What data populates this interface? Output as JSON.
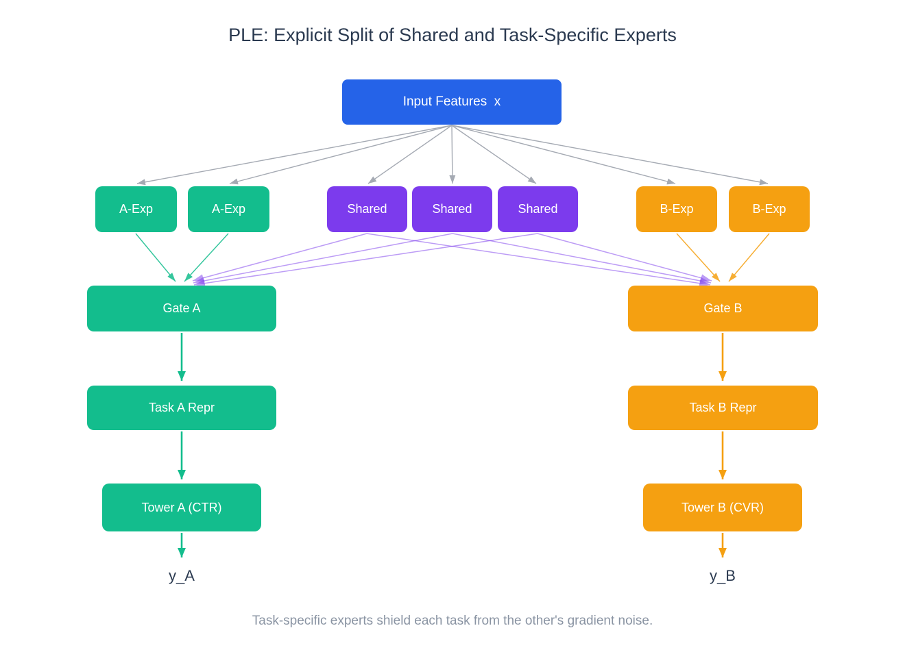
{
  "title": "PLE: Explicit Split of Shared and Task-Specific Experts",
  "caption": "Task-specific experts shield each task from the other's gradient noise.",
  "nodes": {
    "input": {
      "label": "Input Features  x"
    },
    "a_exp_1": {
      "label": "A-Exp"
    },
    "a_exp_2": {
      "label": "A-Exp"
    },
    "shared_1": {
      "label": "Shared"
    },
    "shared_2": {
      "label": "Shared"
    },
    "shared_3": {
      "label": "Shared"
    },
    "b_exp_1": {
      "label": "B-Exp"
    },
    "b_exp_2": {
      "label": "B-Exp"
    },
    "gate_a": {
      "label": "Gate A"
    },
    "gate_b": {
      "label": "Gate B"
    },
    "task_a_repr": {
      "label": "Task A Repr"
    },
    "task_b_repr": {
      "label": "Task B Repr"
    },
    "tower_a": {
      "label": "Tower A (CTR)"
    },
    "tower_b": {
      "label": "Tower B (CVR)"
    },
    "output_a": {
      "label": "y_A"
    },
    "output_b": {
      "label": "y_B"
    }
  },
  "edges": [
    {
      "from": "input",
      "to": "a_exp_1",
      "color": "gray"
    },
    {
      "from": "input",
      "to": "a_exp_2",
      "color": "gray"
    },
    {
      "from": "input",
      "to": "shared_1",
      "color": "gray"
    },
    {
      "from": "input",
      "to": "shared_2",
      "color": "gray"
    },
    {
      "from": "input",
      "to": "shared_3",
      "color": "gray"
    },
    {
      "from": "input",
      "to": "b_exp_1",
      "color": "gray"
    },
    {
      "from": "input",
      "to": "b_exp_2",
      "color": "gray"
    },
    {
      "from": "a_exp_1",
      "to": "gate_a",
      "color": "green"
    },
    {
      "from": "a_exp_2",
      "to": "gate_a",
      "color": "green"
    },
    {
      "from": "shared_1",
      "to": "gate_a",
      "color": "purple"
    },
    {
      "from": "shared_2",
      "to": "gate_a",
      "color": "purple"
    },
    {
      "from": "shared_3",
      "to": "gate_a",
      "color": "purple"
    },
    {
      "from": "shared_1",
      "to": "gate_b",
      "color": "purple"
    },
    {
      "from": "shared_2",
      "to": "gate_b",
      "color": "purple"
    },
    {
      "from": "shared_3",
      "to": "gate_b",
      "color": "purple"
    },
    {
      "from": "b_exp_1",
      "to": "gate_b",
      "color": "orange"
    },
    {
      "from": "b_exp_2",
      "to": "gate_b",
      "color": "orange"
    },
    {
      "from": "gate_a",
      "to": "task_a_repr",
      "color": "green"
    },
    {
      "from": "task_a_repr",
      "to": "tower_a",
      "color": "green"
    },
    {
      "from": "tower_a",
      "to": "output_a",
      "color": "green"
    },
    {
      "from": "gate_b",
      "to": "task_b_repr",
      "color": "orange"
    },
    {
      "from": "task_b_repr",
      "to": "tower_b",
      "color": "orange"
    },
    {
      "from": "tower_b",
      "to": "output_b",
      "color": "orange"
    }
  ],
  "colors": {
    "blue": "#2563e8",
    "green": "#13bd8d",
    "purple": "#7c3bed",
    "orange": "#f5a011",
    "gray-line": "#a5aab3",
    "navy": "#2b3a50",
    "caption-gray": "#8a94a3"
  }
}
